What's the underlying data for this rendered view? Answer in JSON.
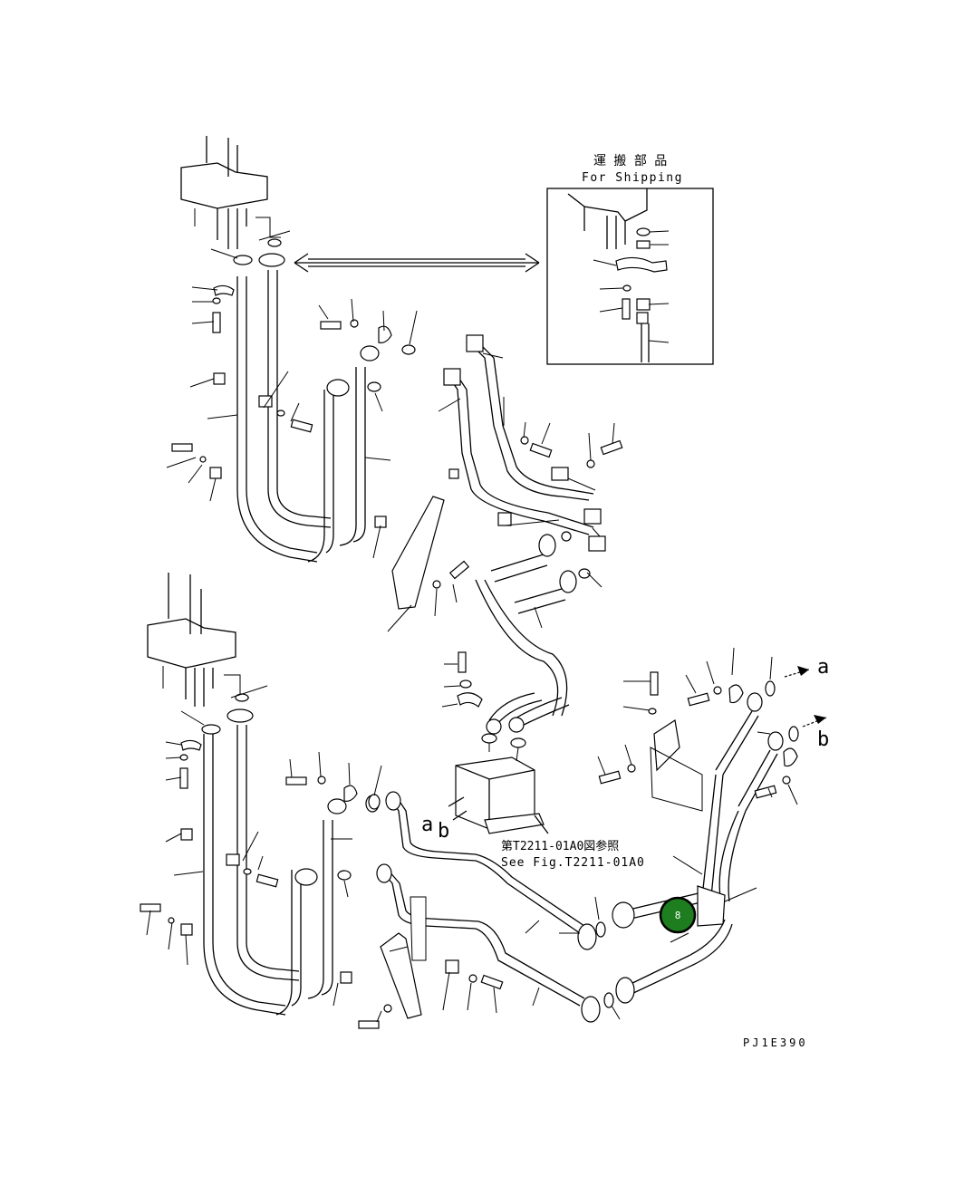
{
  "diagram": {
    "shipping_title_jp": "運 搬 部 品",
    "shipping_title_en": "For Shipping",
    "ref_jp": "第T2211-01A0図参照",
    "ref_en": "See Fig.T2211-01A0",
    "port_a": "a",
    "port_b": "b",
    "port_ab_a": "a",
    "port_ab_b": "b",
    "drawing_code": "PJ1E390",
    "callout": {
      "label": "8",
      "color": "#1e7d1e"
    }
  }
}
